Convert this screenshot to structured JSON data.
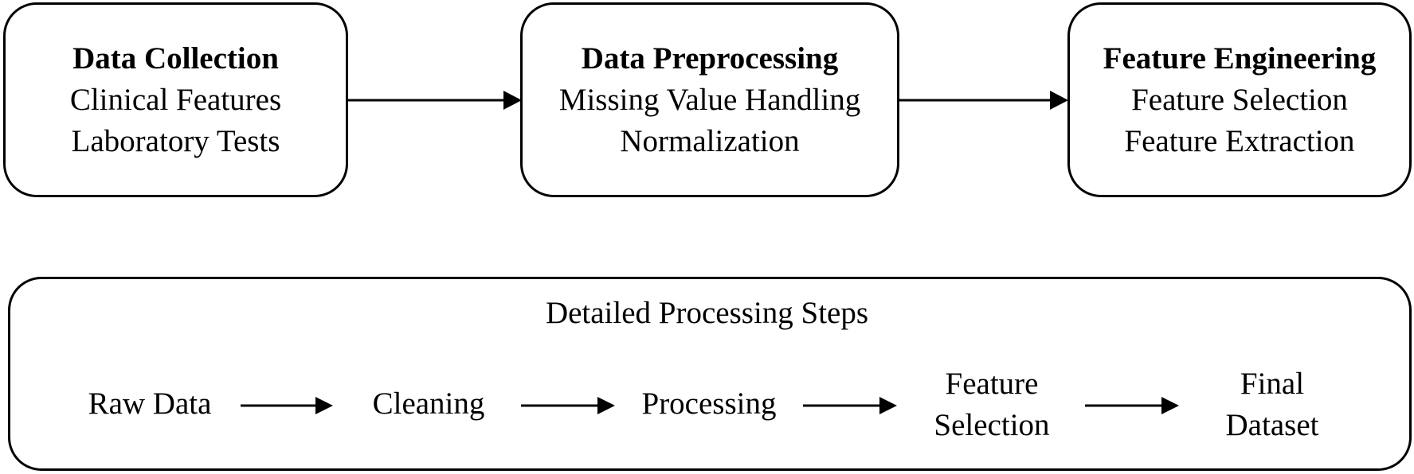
{
  "stages": [
    {
      "title": "Data Collection",
      "lines": [
        "Clinical Features",
        "Laboratory Tests"
      ]
    },
    {
      "title": "Data Preprocessing",
      "lines": [
        "Missing Value Handling",
        "Normalization"
      ]
    },
    {
      "title": "Feature Engineering",
      "lines": [
        "Feature Selection",
        "Feature Extraction"
      ]
    }
  ],
  "detail": {
    "title": "Detailed Processing Steps",
    "steps": [
      {
        "lines": [
          "Raw Data"
        ]
      },
      {
        "lines": [
          "Cleaning"
        ]
      },
      {
        "lines": [
          "Processing"
        ]
      },
      {
        "lines": [
          "Feature",
          "Selection"
        ]
      },
      {
        "lines": [
          "Final",
          "Dataset"
        ]
      }
    ]
  },
  "colors": {
    "stroke": "#000000",
    "background": "#ffffff"
  }
}
